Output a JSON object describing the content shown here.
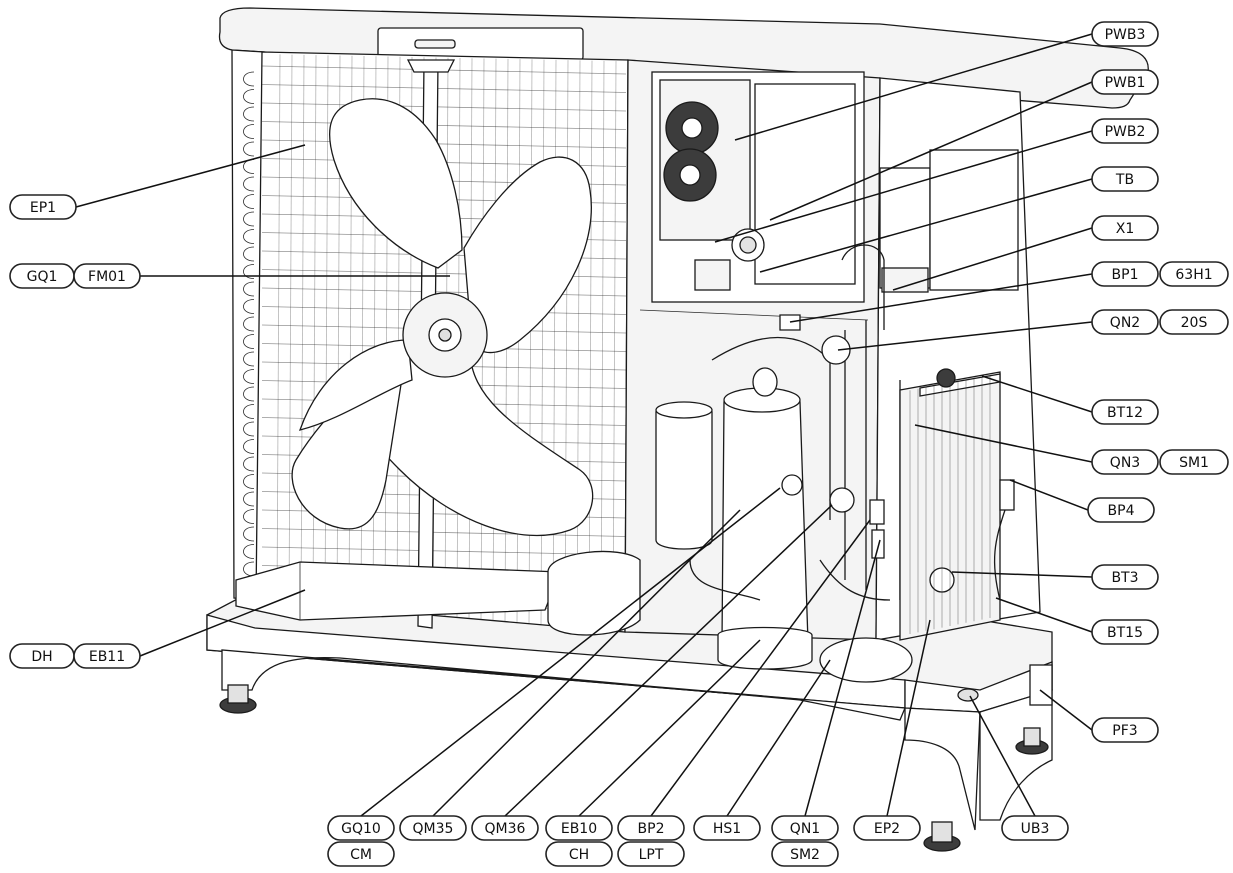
{
  "callouts": [
    {
      "id": "PWB3",
      "labels": [
        "PWB3"
      ]
    },
    {
      "id": "PWB1",
      "labels": [
        "PWB1"
      ]
    },
    {
      "id": "PWB2",
      "labels": [
        "PWB2"
      ]
    },
    {
      "id": "TB",
      "labels": [
        "TB"
      ]
    },
    {
      "id": "X1",
      "labels": [
        "X1"
      ]
    },
    {
      "id": "BP1",
      "labels": [
        "BP1",
        "63H1"
      ]
    },
    {
      "id": "QN2",
      "labels": [
        "QN2",
        "20S"
      ]
    },
    {
      "id": "BT12",
      "labels": [
        "BT12"
      ]
    },
    {
      "id": "QN3",
      "labels": [
        "QN3",
        "SM1"
      ]
    },
    {
      "id": "BP4",
      "labels": [
        "BP4"
      ]
    },
    {
      "id": "BT3",
      "labels": [
        "BT3"
      ]
    },
    {
      "id": "BT15",
      "labels": [
        "BT15"
      ]
    },
    {
      "id": "PF3",
      "labels": [
        "PF3"
      ]
    },
    {
      "id": "EP1",
      "labels": [
        "EP1"
      ]
    },
    {
      "id": "GQ1",
      "labels": [
        "GQ1",
        "FM01"
      ]
    },
    {
      "id": "DH",
      "labels": [
        "DH",
        "EB11"
      ]
    },
    {
      "id": "GQ10",
      "labels": [
        "GQ10",
        "CM"
      ]
    },
    {
      "id": "QM35",
      "labels": [
        "QM35"
      ]
    },
    {
      "id": "QM36",
      "labels": [
        "QM36"
      ]
    },
    {
      "id": "EB10",
      "labels": [
        "EB10",
        "CH"
      ]
    },
    {
      "id": "BP2",
      "labels": [
        "BP2",
        "LPT"
      ]
    },
    {
      "id": "HS1",
      "labels": [
        "HS1"
      ]
    },
    {
      "id": "QN1",
      "labels": [
        "QN1",
        "SM2"
      ]
    },
    {
      "id": "EP2",
      "labels": [
        "EP2"
      ]
    },
    {
      "id": "UB3",
      "labels": [
        "UB3"
      ]
    }
  ]
}
